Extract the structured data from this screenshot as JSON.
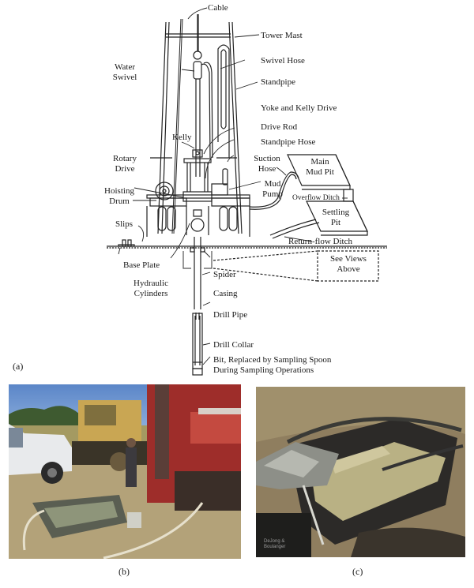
{
  "figure": {
    "panel_a": {
      "label": "(a)",
      "title_hint": "Rotary drilling rig schematic",
      "labels": {
        "cable": "Cable",
        "tower_mast": "Tower Mast",
        "water_swivel_1": "Water",
        "water_swivel_2": "Swivel",
        "swivel_hose": "Swivel Hose",
        "standpipe": "Standpipe",
        "yoke_kelly": "Yoke and Kelly Drive",
        "drive_rod": "Drive Rod",
        "kelly": "Kelly",
        "standpipe_hose": "Standpipe Hose",
        "rotary_drive_1": "Rotary",
        "rotary_drive_2": "Drive",
        "suction_hose_1": "Suction",
        "suction_hose_2": "Hose",
        "main_mud_pit_1": "Main",
        "main_mud_pit_2": "Mud Pit",
        "mud_pump_1": "Mud",
        "mud_pump_2": "Pump",
        "hoisting_drum_1": "Hoisting",
        "hoisting_drum_2": "Drum",
        "overflow_ditch": "Overflow Ditch",
        "settling_pit_1": "Settling",
        "settling_pit_2": "Pit",
        "slips": "Slips",
        "return_flow_ditch": "Return-flow Ditch",
        "base_plate": "Base Plate",
        "see_views_1": "See Views",
        "see_views_2": "Above",
        "spider": "Spider",
        "hydraulic_cylinders_1": "Hydraulic",
        "hydraulic_cylinders_2": "Cylinders",
        "casing": "Casing",
        "drill_pipe": "Drill Pipe",
        "drill_collar": "Drill Collar",
        "bit_1": "Bit, Replaced by Sampling Spoon",
        "bit_2": "During Sampling Operations"
      }
    },
    "panel_b": {
      "label": "(b)",
      "description": "Photo of drill rig, bulldozer, pickup truck and mud pit in field"
    },
    "panel_c": {
      "label": "(c)",
      "description": "Photo of mud pit filled with drilling fluid",
      "credit_1": "DeJong &",
      "credit_2": "Boulanger"
    }
  }
}
